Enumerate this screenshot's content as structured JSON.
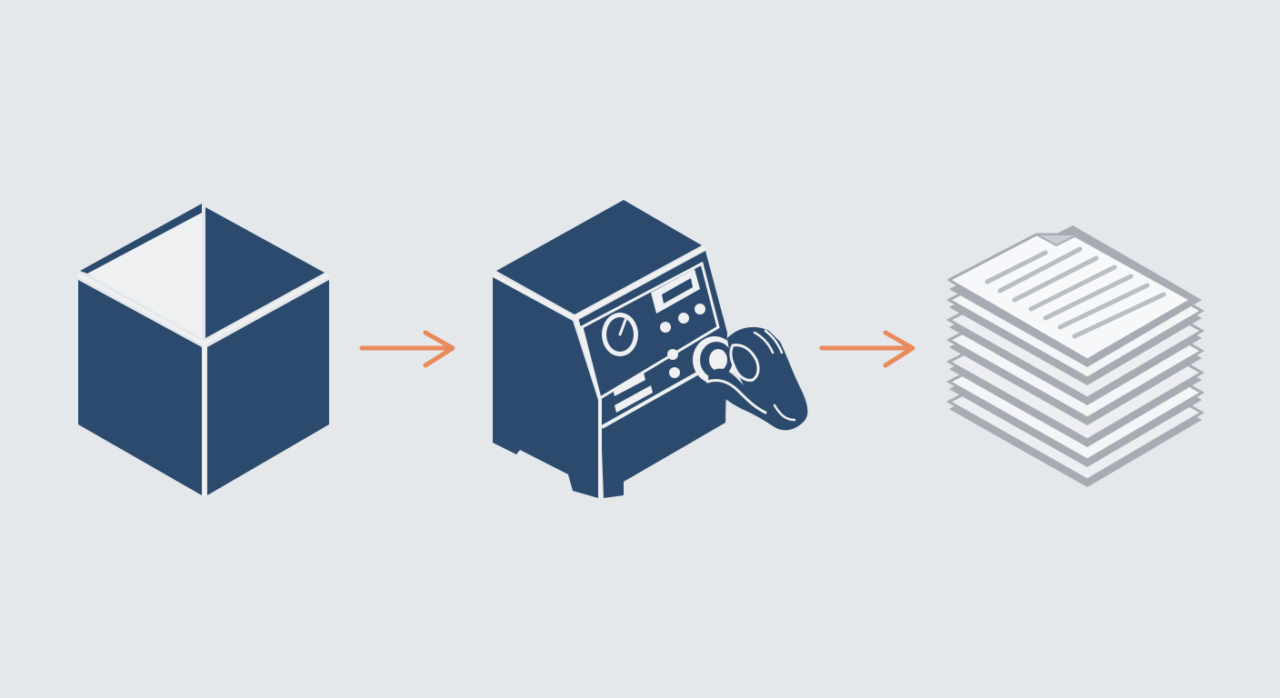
{
  "diagram": {
    "steps": [
      {
        "icon": "cube-icon"
      },
      {
        "icon": "machine-with-hand-icon"
      },
      {
        "icon": "document-stack-icon"
      }
    ],
    "connectors": [
      {
        "icon": "arrow-right-icon",
        "from": 0,
        "to": 1
      },
      {
        "icon": "arrow-right-icon",
        "from": 1,
        "to": 2
      }
    ]
  },
  "colors": {
    "background": "#e4e8ea",
    "primary": "#2c4a6d",
    "accent": "#ea8a5c",
    "paper": "#f4f5f6",
    "paper_edge": "#a7abb3",
    "paper_lines": "#b9bec5"
  }
}
